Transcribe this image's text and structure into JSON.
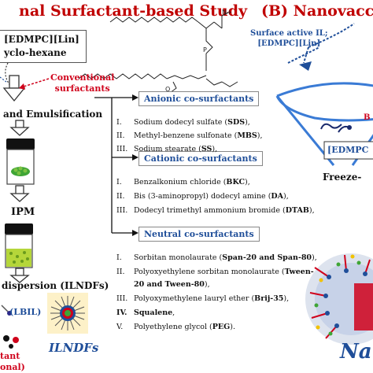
{
  "titles": {
    "left": "nal Surfactant-based Study",
    "right": "(B) Nanovaccin"
  },
  "left_panel": {
    "box_line1": "[EDMPC][Lin]",
    "box_line2": "yclo-hexane",
    "conventional": "Conventional\nsurfactants",
    "emulsification": "and Emulsification",
    "ipm": "IPM",
    "dispersion": "dispersion (ILNDFs)",
    "lbil": "(LBIL)",
    "tant": "tant",
    "onal": "onal)",
    "ilndfs": "ILNDFs"
  },
  "molecule": {
    "label_line1": "Surface active IL;",
    "label_line2": "[EDMPC][Lin]"
  },
  "groups": [
    {
      "header": "Anionic co-surfactants",
      "items": [
        {
          "num": "I.",
          "text": "Sodium dodecyl sulfate (",
          "abbr": "SDS",
          "tail": "),"
        },
        {
          "num": "II.",
          "text": "Methyl-benzene sulfonate (",
          "abbr": "MBS",
          "tail": "),"
        },
        {
          "num": "III.",
          "text": "Sodium stearate (",
          "abbr": "SS",
          "tail": "),"
        }
      ]
    },
    {
      "header": "Cationic co-surfactants",
      "items": [
        {
          "num": "I.",
          "text": "Benzalkonium chloride (",
          "abbr": "BKC",
          "tail": "),"
        },
        {
          "num": "II.",
          "text": "Bis (3-aminopropyl) dodecyl amine (",
          "abbr": "DA",
          "tail": "),"
        },
        {
          "num": "III.",
          "text": "Dodecyl trimethyl ammonium bromide (",
          "abbr": "DTAB",
          "tail": "),"
        }
      ]
    },
    {
      "header": "Neutral co-surfactants",
      "items": [
        {
          "num": "I.",
          "text": "Sorbitan monolaurate (",
          "abbr": "Span-20 and Span-80",
          "tail": "),"
        },
        {
          "num": "II.",
          "text": "Polyoxyethylene sorbitan monolaurate (",
          "abbr": "Tween-",
          "tail": ""
        },
        {
          "num": "",
          "text": "",
          "abbr": "20 and Tween-80",
          "tail": "),"
        },
        {
          "num": "III.",
          "text": "Polyoxymethylene lauryl ether (",
          "abbr": "Brij-35",
          "tail": "),"
        },
        {
          "num": "IV.",
          "text": "",
          "abbr": "Squalene",
          "tail": ","
        },
        {
          "num": "V.",
          "text": "Polyethylene glycol (",
          "abbr": "PEG",
          "tail": ")."
        }
      ]
    }
  ],
  "right_panel": {
    "edmpc": "[EDMPC",
    "freeze": "Freeze-",
    "na": "Na",
    "b_fragment": "B"
  },
  "colors": {
    "title_red": "#c00000",
    "header_blue": "#1f4e99",
    "arrow_red": "#d0021b",
    "funnel_blue": "#3a7bd5",
    "pellet_green": "#3fa535",
    "dispersion_green": "#b5d63a"
  }
}
